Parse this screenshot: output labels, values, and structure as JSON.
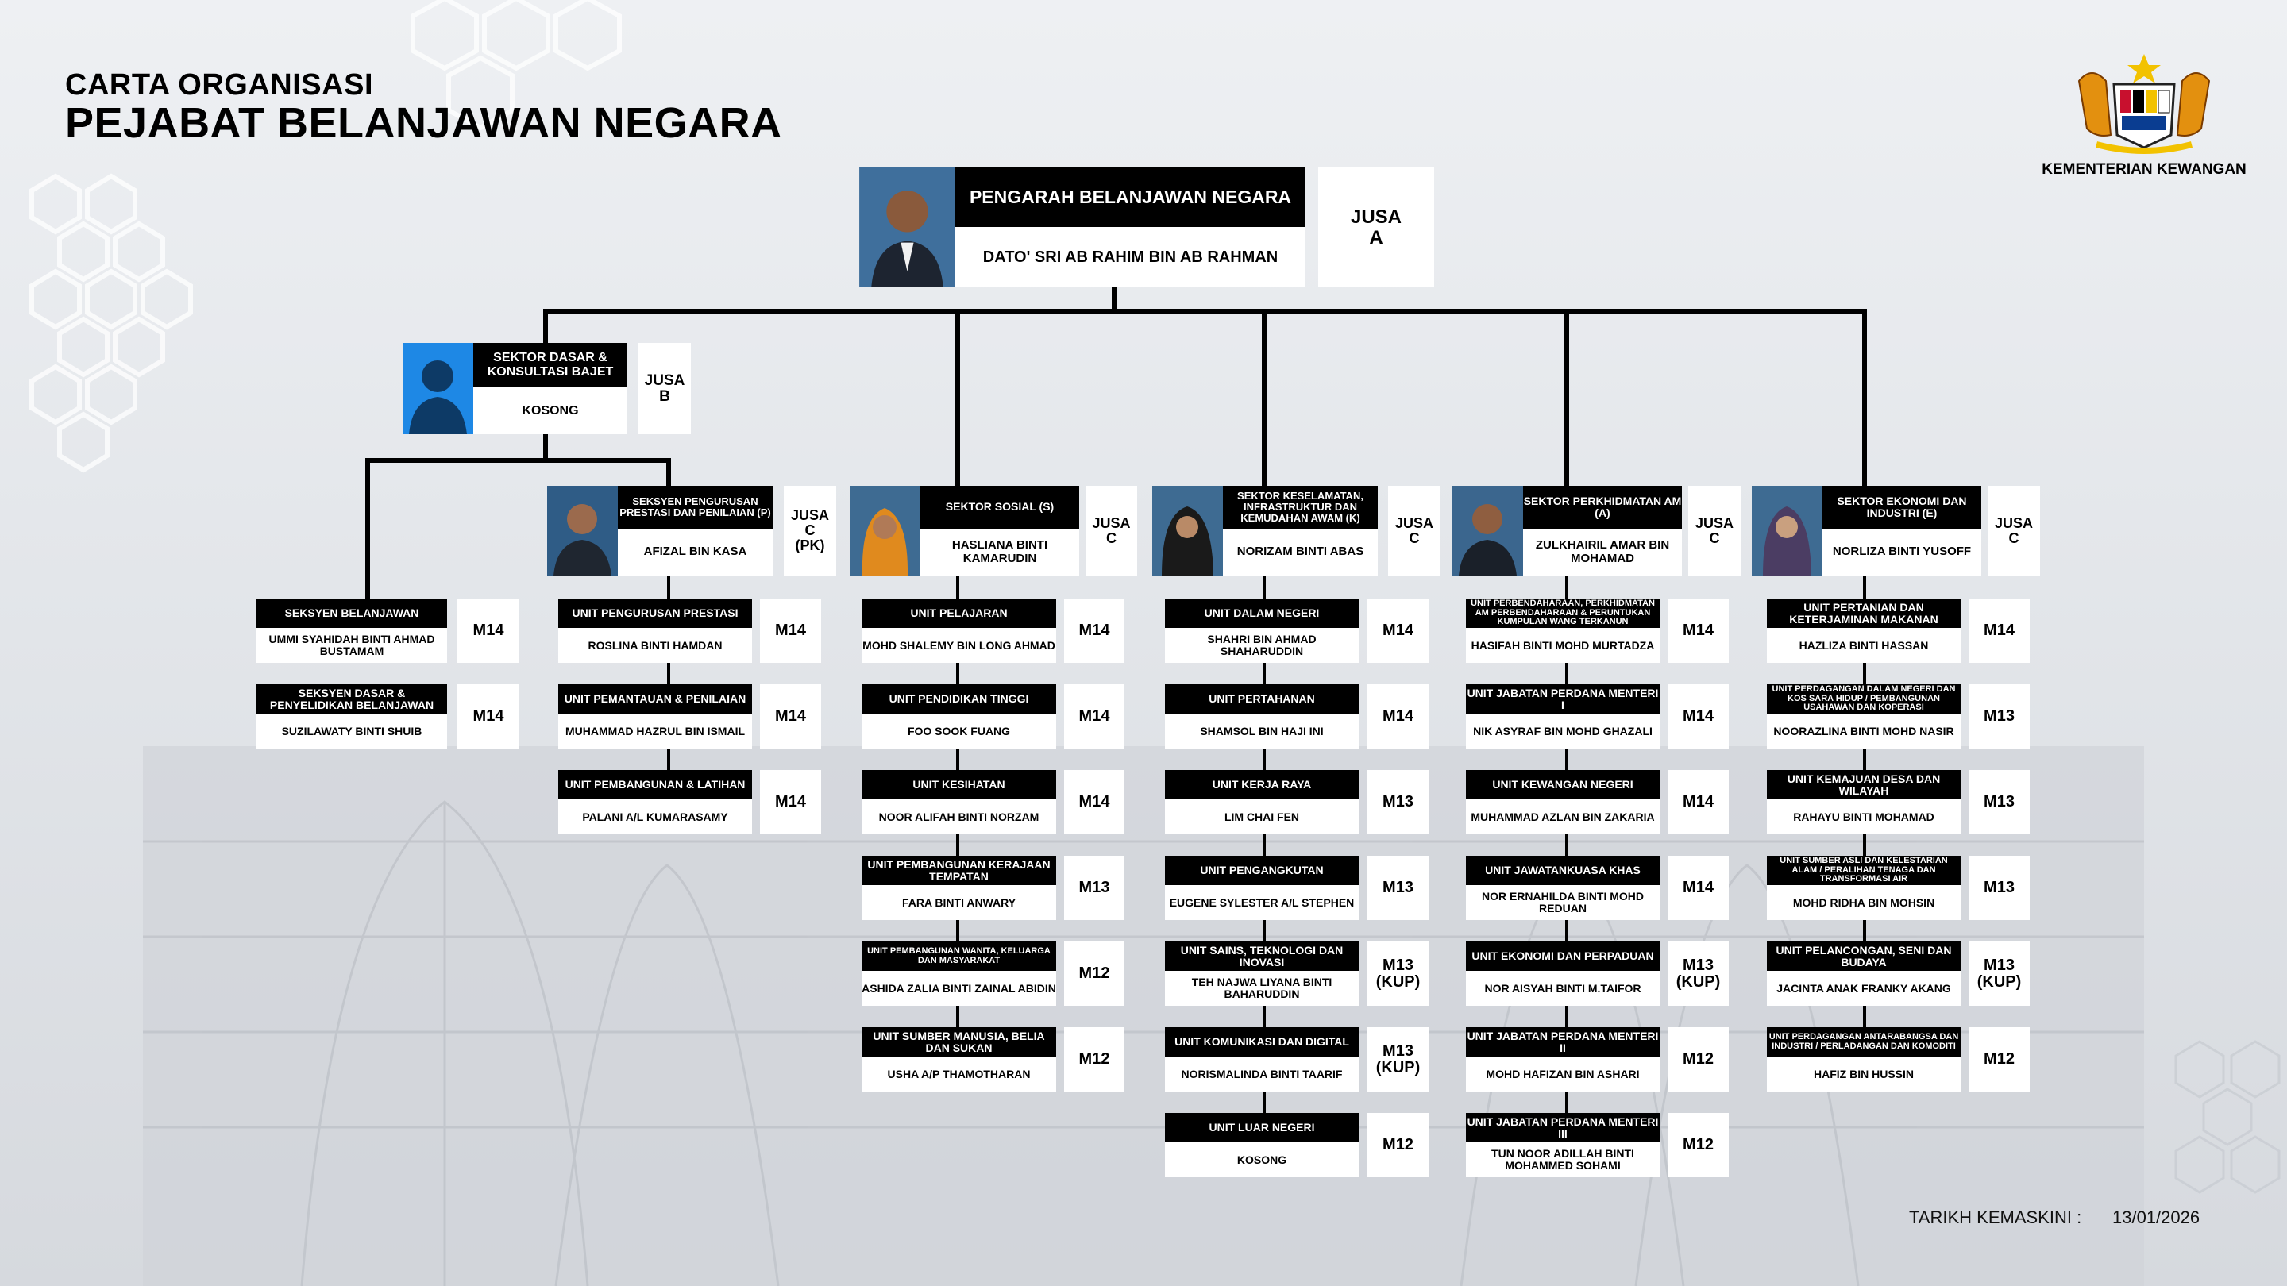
{
  "header": {
    "title_line1": "CARTA ORGANISASI",
    "title_line2": "PEJABAT BELANJAWAN NEGARA",
    "ministry": "KEMENTERIAN KEWANGAN",
    "updated_label": "TARIKH KEMASKINI :",
    "updated_date": "13/01/2026"
  },
  "director": {
    "title": "PENGARAH BELANJAWAN NEGARA",
    "name": "DATO' SRI AB RAHIM BIN AB RAHMAN",
    "grade_line1": "JUSA",
    "grade_line2": "A",
    "photo_icon": "person-photo"
  },
  "policy_sector": {
    "title": "SEKTOR DASAR & KONSULTASI BAJET",
    "name": "KOSONG",
    "grade_line1": "JUSA",
    "grade_line2": "B",
    "photo_icon": "vacant-person-silhouette-icon"
  },
  "sectors": [
    {
      "title": "SEKSYEN PENGURUSAN PRESTASI DAN PENILAIAN (P)",
      "name": "AFIZAL BIN KASA",
      "grade_line1": "JUSA",
      "grade_line2": "C",
      "grade_line3": "(PK)"
    },
    {
      "title": "SEKTOR SOSIAL (S)",
      "name": "HASLIANA BINTI KAMARUDIN",
      "grade_line1": "JUSA",
      "grade_line2": "C"
    },
    {
      "title": "SEKTOR KESELAMATAN, INFRASTRUKTUR DAN KEMUDAHAN AWAM (K)",
      "name": "NORIZAM BINTI ABAS",
      "grade_line1": "JUSA",
      "grade_line2": "C"
    },
    {
      "title": "SEKTOR PERKHIDMATAN AM (A)",
      "name": "ZULKHAIRIL AMAR BIN MOHAMAD",
      "grade_line1": "JUSA",
      "grade_line2": "C"
    },
    {
      "title": "SEKTOR EKONOMI DAN INDUSTRI (E)",
      "name": "NORLIZA BINTI YUSOFF",
      "grade_line1": "JUSA",
      "grade_line2": "C"
    }
  ],
  "units": {
    "policy": [
      {
        "title": "SEKSYEN BELANJAWAN",
        "name": "UMMI SYAHIDAH BINTI AHMAD BUSTAMAM",
        "grade": "M14"
      },
      {
        "title": "SEKSYEN DASAR & PENYELIDIKAN BELANJAWAN",
        "name": "SUZILAWATY BINTI SHUIB",
        "grade": "M14"
      }
    ],
    "performance": [
      {
        "title": "UNIT PENGURUSAN PRESTASI",
        "name": "ROSLINA BINTI HAMDAN",
        "grade": "M14"
      },
      {
        "title": "UNIT PEMANTAUAN & PENILAIAN",
        "name": "MUHAMMAD HAZRUL BIN ISMAIL",
        "grade": "M14"
      },
      {
        "title": "UNIT PEMBANGUNAN & LATIHAN",
        "name": "PALANI A/L KUMARASAMY",
        "grade": "M14"
      }
    ],
    "social": [
      {
        "title": "UNIT PELAJARAN",
        "name": "MOHD SHALEMY BIN LONG AHMAD",
        "grade": "M14"
      },
      {
        "title": "UNIT PENDIDIKAN TINGGI",
        "name": "FOO SOOK FUANG",
        "grade": "M14"
      },
      {
        "title": "UNIT KESIHATAN",
        "name": "NOOR ALIFAH BINTI NORZAM",
        "grade": "M14"
      },
      {
        "title": "UNIT PEMBANGUNAN KERAJAAN TEMPATAN",
        "name": "FARA BINTI ANWARY",
        "grade": "M13"
      },
      {
        "title": "UNIT PEMBANGUNAN WANITA, KELUARGA DAN MASYARAKAT",
        "name": "ASHIDA ZALIA BINTI ZAINAL ABIDIN",
        "grade": "M12"
      },
      {
        "title": "UNIT SUMBER MANUSIA, BELIA DAN SUKAN",
        "name": "USHA A/P THAMOTHARAN",
        "grade": "M12"
      }
    ],
    "security": [
      {
        "title": "UNIT DALAM NEGERI",
        "name": "SHAHRI BIN AHMAD SHAHARUDDIN",
        "grade": "M14"
      },
      {
        "title": "UNIT PERTAHANAN",
        "name": "SHAMSOL BIN HAJI INI",
        "grade": "M14"
      },
      {
        "title": "UNIT KERJA RAYA",
        "name": "LIM CHAI FEN",
        "grade": "M13"
      },
      {
        "title": "UNIT PENGANGKUTAN",
        "name": "EUGENE SYLESTER A/L STEPHEN",
        "grade": "M13"
      },
      {
        "title": "UNIT SAINS, TEKNOLOGI DAN INOVASI",
        "name": "TEH NAJWA LIYANA BINTI BAHARUDDIN",
        "grade": "M13",
        "grade2": "(KUP)"
      },
      {
        "title": "UNIT KOMUNIKASI DAN DIGITAL",
        "name": "NORISMALINDA BINTI TAARIF",
        "grade": "M13",
        "grade2": "(KUP)"
      },
      {
        "title": "UNIT LUAR NEGERI",
        "name": "KOSONG",
        "grade": "M12"
      }
    ],
    "general": [
      {
        "title": "UNIT PERBENDAHARAAN, PERKHIDMATAN AM PERBENDAHARAAN & PERUNTUKAN KUMPULAN WANG TERKANUN",
        "name": "HASIFAH BINTI MOHD MURTADZA",
        "grade": "M14"
      },
      {
        "title": "UNIT JABATAN PERDANA MENTERI I",
        "name": "NIK ASYRAF BIN MOHD GHAZALI",
        "grade": "M14"
      },
      {
        "title": "UNIT KEWANGAN NEGERI",
        "name": "MUHAMMAD AZLAN BIN ZAKARIA",
        "grade": "M14"
      },
      {
        "title": "UNIT JAWATANKUASA KHAS",
        "name": "NOR ERNAHILDA BINTI MOHD REDUAN",
        "grade": "M14"
      },
      {
        "title": "UNIT EKONOMI DAN PERPADUAN",
        "name": "NOR AISYAH BINTI M.TAIFOR",
        "grade": "M13",
        "grade2": "(KUP)"
      },
      {
        "title": "UNIT JABATAN PERDANA MENTERI II",
        "name": "MOHD HAFIZAN BIN ASHARI",
        "grade": "M12"
      },
      {
        "title": "UNIT JABATAN PERDANA MENTERI III",
        "name": "TUN NOOR ADILLAH BINTI MOHAMMED SOHAMI",
        "grade": "M12"
      }
    ],
    "economy": [
      {
        "title": "UNIT PERTANIAN DAN KETERJAMINAN MAKANAN",
        "name": "HAZLIZA BINTI HASSAN",
        "grade": "M14"
      },
      {
        "title": "UNIT PERDAGANGAN DALAM NEGERI DAN KOS SARA HIDUP / PEMBANGUNAN USAHAWAN DAN KOPERASI",
        "name": "NOORAZLINA BINTI MOHD NASIR",
        "grade": "M13"
      },
      {
        "title": "UNIT KEMAJUAN DESA DAN WILAYAH",
        "name": "RAHAYU BINTI MOHAMAD",
        "grade": "M13"
      },
      {
        "title": "UNIT SUMBER ASLI DAN KELESTARIAN ALAM / PERALIHAN TENAGA DAN TRANSFORMASI AIR",
        "name": "MOHD RIDHA BIN MOHSIN",
        "grade": "M13"
      },
      {
        "title": "UNIT PELANCONGAN, SENI DAN BUDAYA",
        "name": "JACINTA ANAK FRANKY AKANG",
        "grade": "M13",
        "grade2": "(KUP)"
      },
      {
        "title": "UNIT PERDAGANGAN ANTARABANGSA DAN INDUSTRI / PERLADANGAN DAN KOMODITI",
        "name": "HAFIZ BIN HUSSIN",
        "grade": "M12"
      }
    ]
  }
}
